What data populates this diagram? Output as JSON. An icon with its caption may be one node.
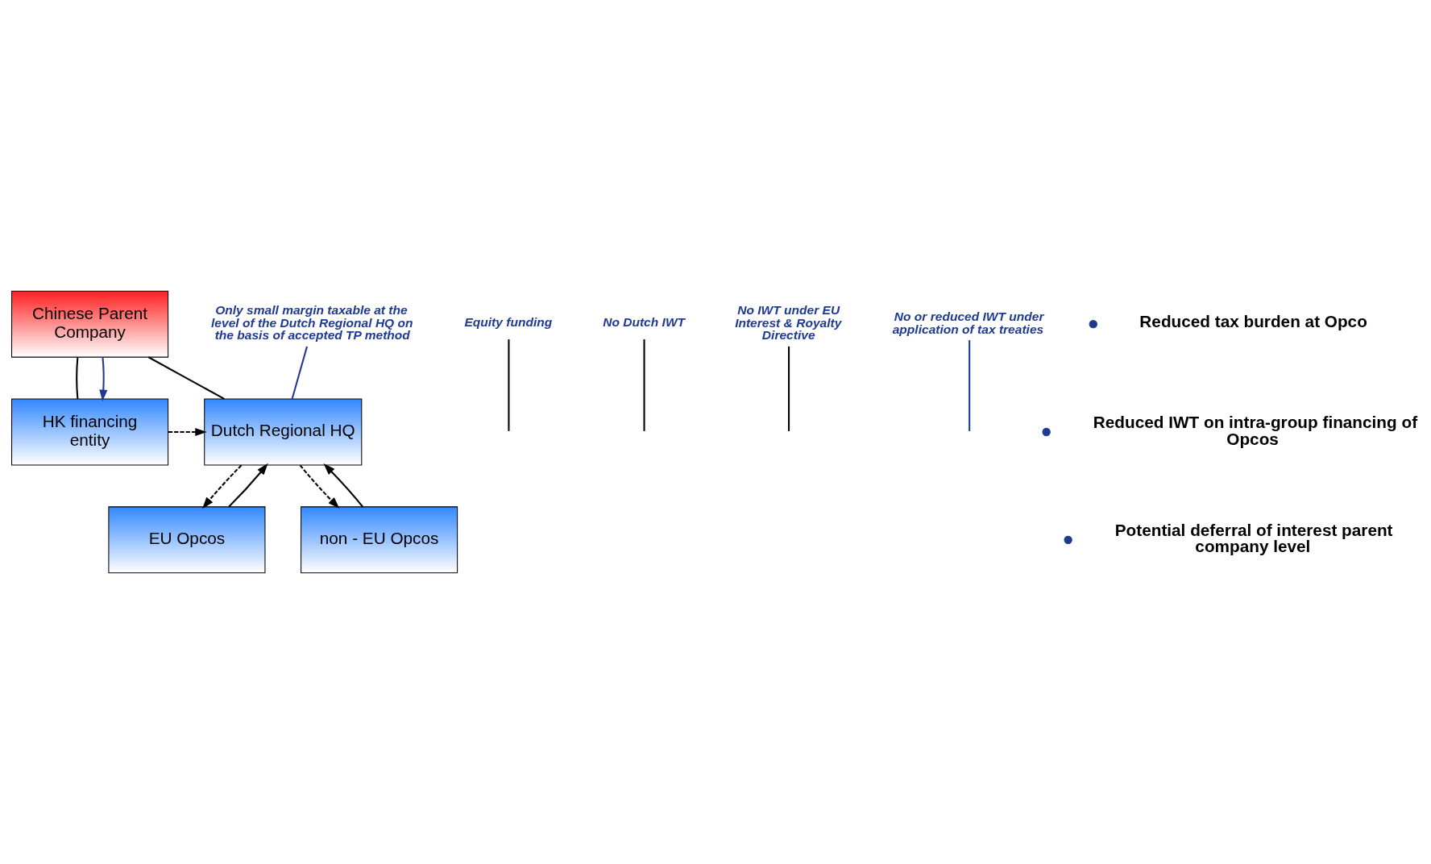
{
  "diagram": {
    "nodes": [
      {
        "text": [
          "Chinese Parent Company"
        ]
      },
      {
        "text": [
          "HK financing entity"
        ]
      },
      {
        "text": [
          "Dutch Regional HQ"
        ]
      },
      {
        "text": [
          "EU Opcos"
        ]
      },
      {
        "text": [
          "non - EU Opcos"
        ]
      },
      {
        "text": [
          "Equity funding"
        ]
      },
      {
        "text": [
          "No Dutch IWT"
        ]
      },
      {
        "text": [
          "No IWT under EU Interest & Royalty Directive"
        ]
      },
      {
        "text": [
          "Only small margin taxable at the level of the Dutch Regional HQ on the basis of accepted TP method"
        ]
      },
      {
        "text": [
          "No or reduced IWT under application of tax treaties"
        ]
      }
    ],
    "edges": [
      {
        "from": 0,
        "to": 1,
        "arrow": "none"
      },
      {
        "from": 0,
        "to": 2,
        "arrow": "none"
      },
      {
        "from": 0,
        "to": 1,
        "arrow": "to",
        "color": "#1f3a93"
      },
      {
        "from": 1,
        "to": 2,
        "arrow": "to",
        "style": "dashed"
      },
      {
        "from": 3,
        "to": 2,
        "arrow": "to"
      },
      {
        "from": 4,
        "to": 2,
        "arrow": "to"
      },
      {
        "from": 2,
        "to": 3,
        "arrow": "to",
        "style": "dashed"
      },
      {
        "from": 2,
        "to": 4,
        "arrow": "to",
        "style": "dashed"
      },
      {
        "from": 5,
        "to": null,
        "arrow": "none"
      },
      {
        "from": 6,
        "to": null,
        "arrow": "none"
      },
      {
        "from": 7,
        "to": null,
        "arrow": "none"
      },
      {
        "from": 8,
        "to": 2,
        "arrow": "none",
        "color": "#1f3a93"
      },
      {
        "from": 9,
        "to": null,
        "arrow": "none",
        "color": "#1f3a93"
      }
    ],
    "labels": [
      "Reduced tax burden at Opco",
      "Reduced IWT on intra-group financing of Opcos",
      "Potential deferral of interest parent company level"
    ]
  }
}
